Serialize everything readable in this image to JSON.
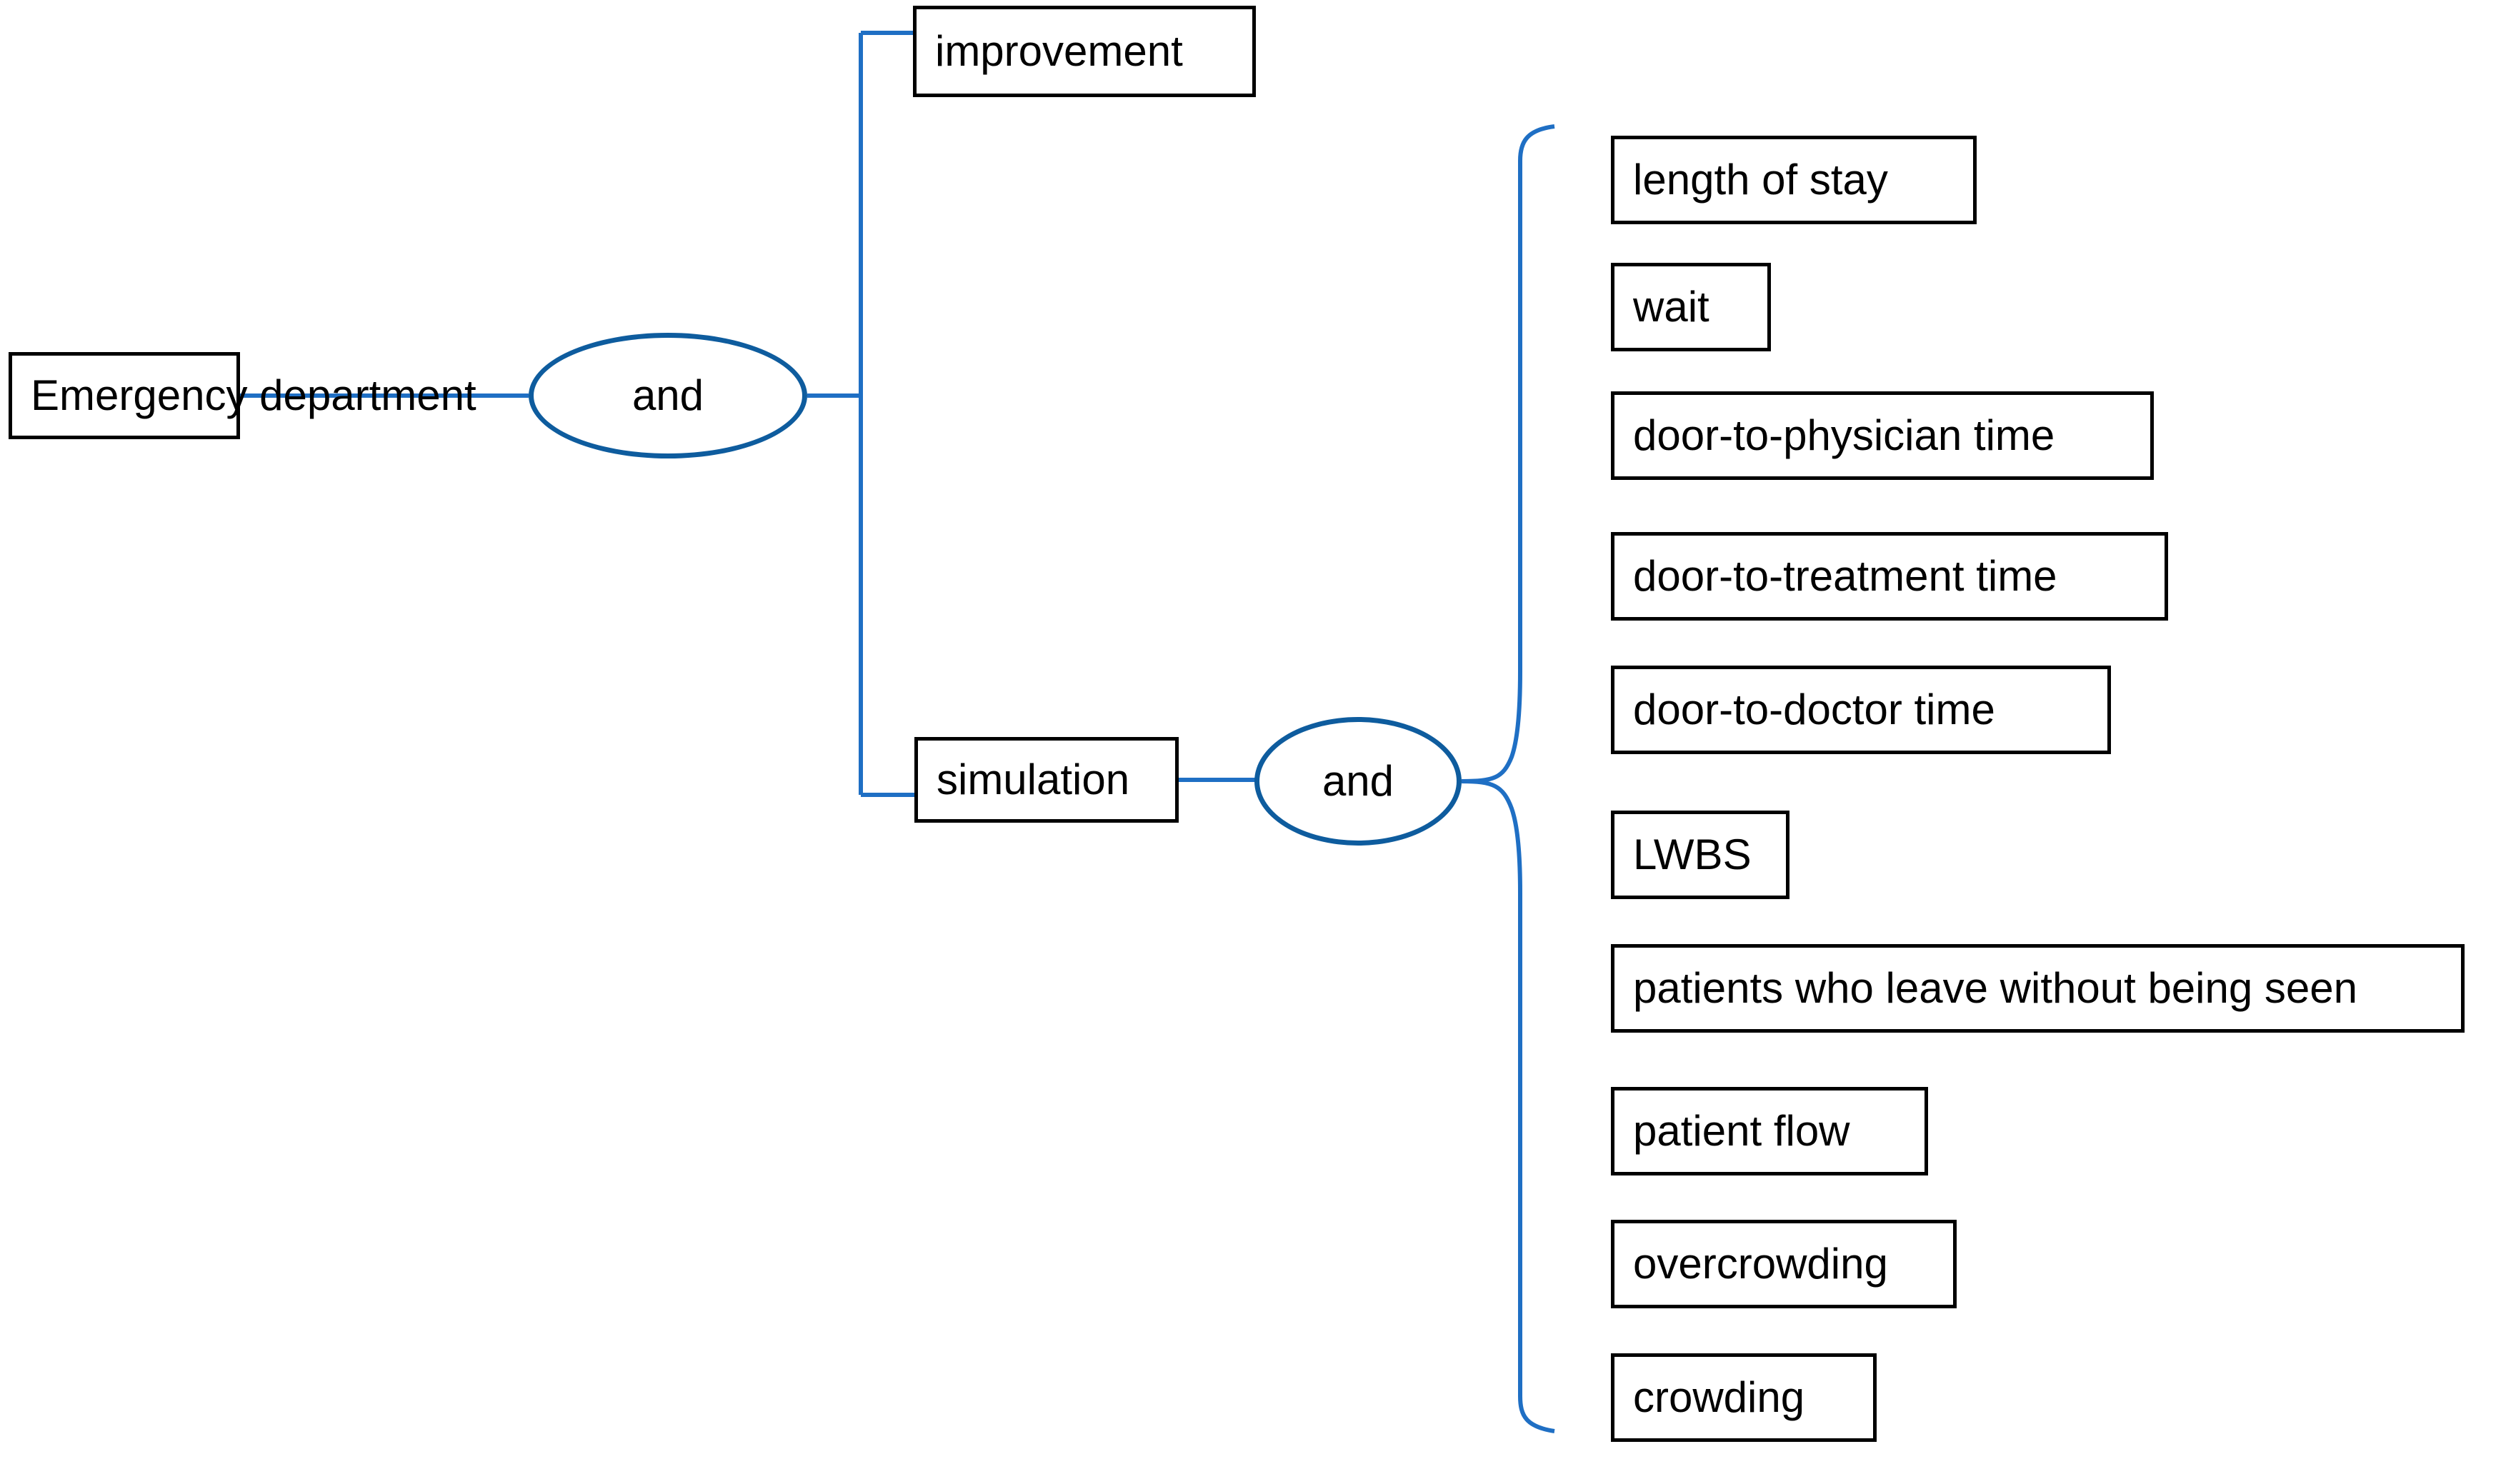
{
  "diagram": {
    "title": "Emergency department concept map",
    "type": "concept-tree",
    "colors": {
      "edge_blue": "#1f6fc4",
      "ellipse_blue": "#0e5c9e",
      "box_border": "#000000",
      "background": "#ffffff",
      "text": "#000000"
    },
    "root": {
      "label": "Emergency department"
    },
    "operators": [
      {
        "id": "and-1",
        "label": "and"
      },
      {
        "id": "and-2",
        "label": "and"
      }
    ],
    "branches": [
      {
        "id": "improvement",
        "label": "improvement"
      },
      {
        "id": "simulation",
        "label": "simulation"
      }
    ],
    "leaves": [
      {
        "label": "length of stay"
      },
      {
        "label": "wait"
      },
      {
        "label": "door-to-physician time"
      },
      {
        "label": "door-to-treatment time"
      },
      {
        "label": "door-to-doctor time"
      },
      {
        "label": "LWBS"
      },
      {
        "label": "patients who leave without being seen"
      },
      {
        "label": "patient flow"
      },
      {
        "label": "overcrowding"
      },
      {
        "label": "crowding"
      }
    ]
  }
}
